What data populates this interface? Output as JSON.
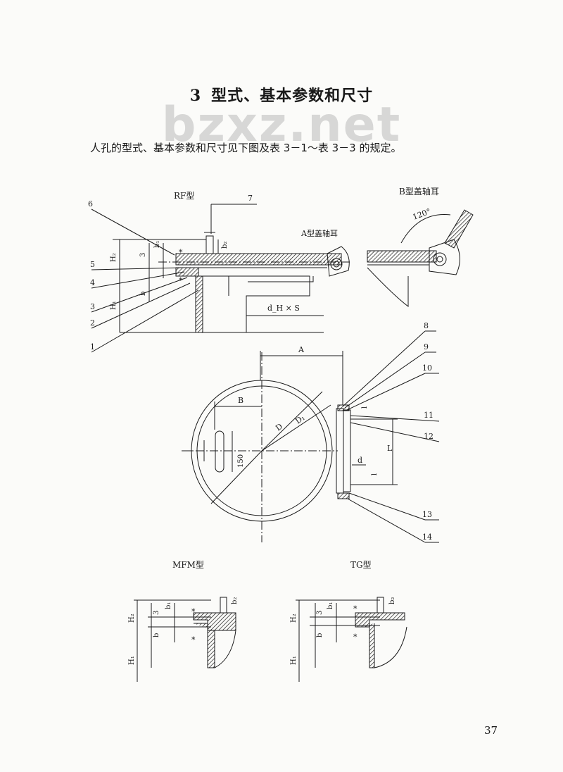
{
  "section": {
    "number": "3",
    "title": "型式、基本参数和尺寸"
  },
  "watermark": "bzxz.net",
  "intro": "人孔的型式、基本参数和尺寸见下图及表 3－1～表 3－3 的规定。",
  "figures": {
    "rf": {
      "caption": "RF型",
      "pad_label": "d_H × S",
      "dim_labels": [
        "H₂",
        "H₁",
        "b₁",
        "3",
        "b"
      ]
    },
    "a_hinge": {
      "caption": "A型盖轴耳"
    },
    "b_hinge": {
      "caption": "B型盖轴耳",
      "angle": "120°"
    },
    "plan": {
      "dim_labels": [
        "A",
        "B",
        "D",
        "D₁",
        "150",
        "L",
        "d",
        "l",
        "l"
      ]
    },
    "mfm": {
      "caption": "MFM型",
      "dim_labels": [
        "H₂",
        "H₁",
        "b₁",
        "3",
        "b"
      ]
    },
    "tg": {
      "caption": "TG型",
      "dim_labels": [
        "H₂",
        "H₁",
        "b₁",
        "3",
        "b"
      ]
    }
  },
  "part_numbers": [
    "1",
    "2",
    "3",
    "4",
    "5",
    "6",
    "7",
    "8",
    "9",
    "10",
    "11",
    "12",
    "13",
    "14"
  ],
  "page_number": "37"
}
